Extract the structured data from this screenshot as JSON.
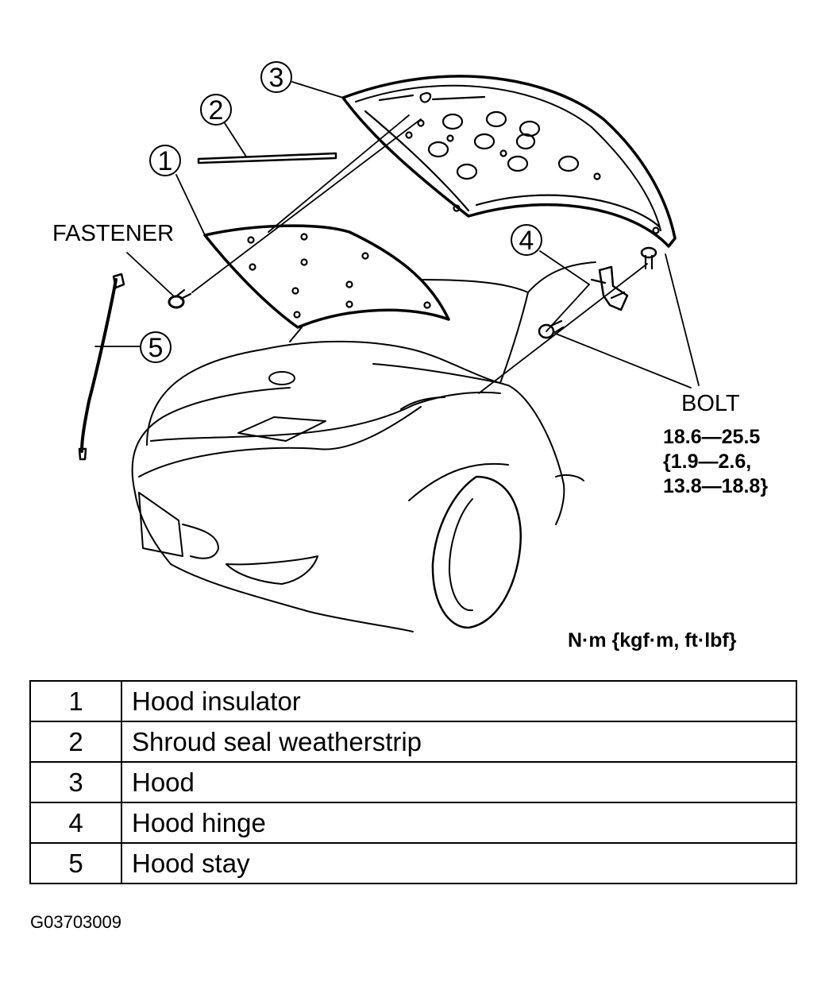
{
  "callouts": [
    "1",
    "2",
    "3",
    "4",
    "5"
  ],
  "labels": {
    "fastener": "FASTENER",
    "bolt": "BOLT",
    "torque_line1": "18.6—25.5",
    "torque_line2": "{1.9—2.6,",
    "torque_line3": "13.8—18.8}",
    "units": "N·m {kgf·m, ft·lbf}"
  },
  "legend": [
    {
      "num": "1",
      "desc": "Hood insulator"
    },
    {
      "num": "2",
      "desc": "Shroud seal weatherstrip"
    },
    {
      "num": "3",
      "desc": "Hood"
    },
    {
      "num": "4",
      "desc": "Hood hinge"
    },
    {
      "num": "5",
      "desc": "Hood stay"
    }
  ],
  "figure_code": "G03703009"
}
